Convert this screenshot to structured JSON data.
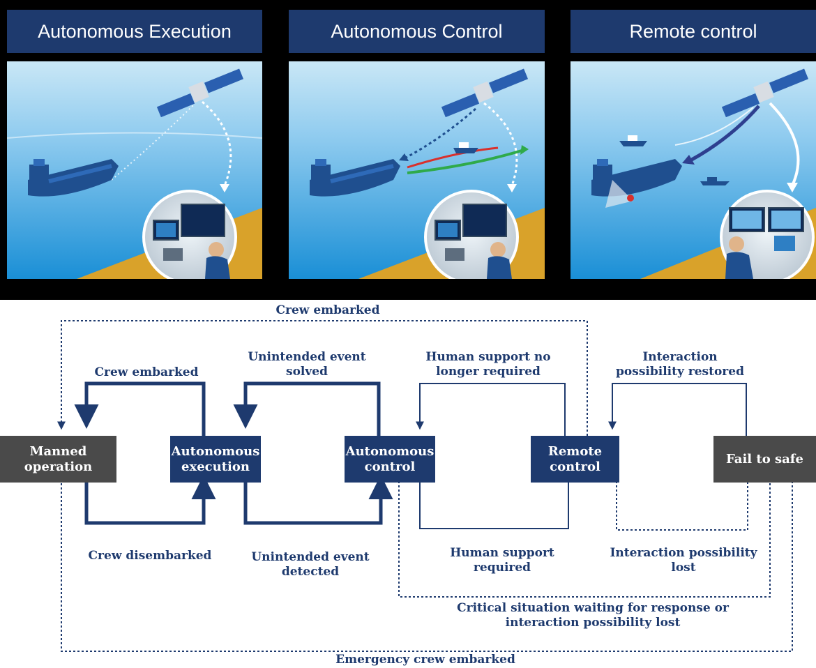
{
  "panels": [
    {
      "title": "Autonomous Execution"
    },
    {
      "title": "Autonomous Control"
    },
    {
      "title": "Remote control"
    }
  ],
  "states": {
    "manned": "Manned\noperation",
    "autonomous_execution": "Autonomous\nexecution",
    "autonomous_control": "Autonomous\ncontrol",
    "remote_control": "Remote\ncontrol",
    "fail_to_safe": "Fail to safe"
  },
  "transitions": {
    "crew_embarked_top": "Crew embarked",
    "crew_embarked": "Crew embarked",
    "unintended_event_solved": "Unintended event\nsolved",
    "human_support_no_longer_required": "Human support no\nlonger required",
    "interaction_possibility_restored": "Interaction\npossibility restored",
    "crew_disembarked": "Crew disembarked",
    "unintended_event_detected": "Unintended event\ndetected",
    "human_support_required": "Human support\nrequired",
    "interaction_possibility_lost": "Interaction possibility\nlost",
    "critical_situation": "Critical situation waiting for response or\ninteraction possibility lost",
    "emergency_crew_embarked": "Emergency crew embarked"
  },
  "colors": {
    "navy": "#1e3a6e",
    "grey_box": "#4a4a4a",
    "sea_top": "#c9e7f6",
    "sea_bottom": "#1a8fd6",
    "land": "#d9a22a"
  }
}
